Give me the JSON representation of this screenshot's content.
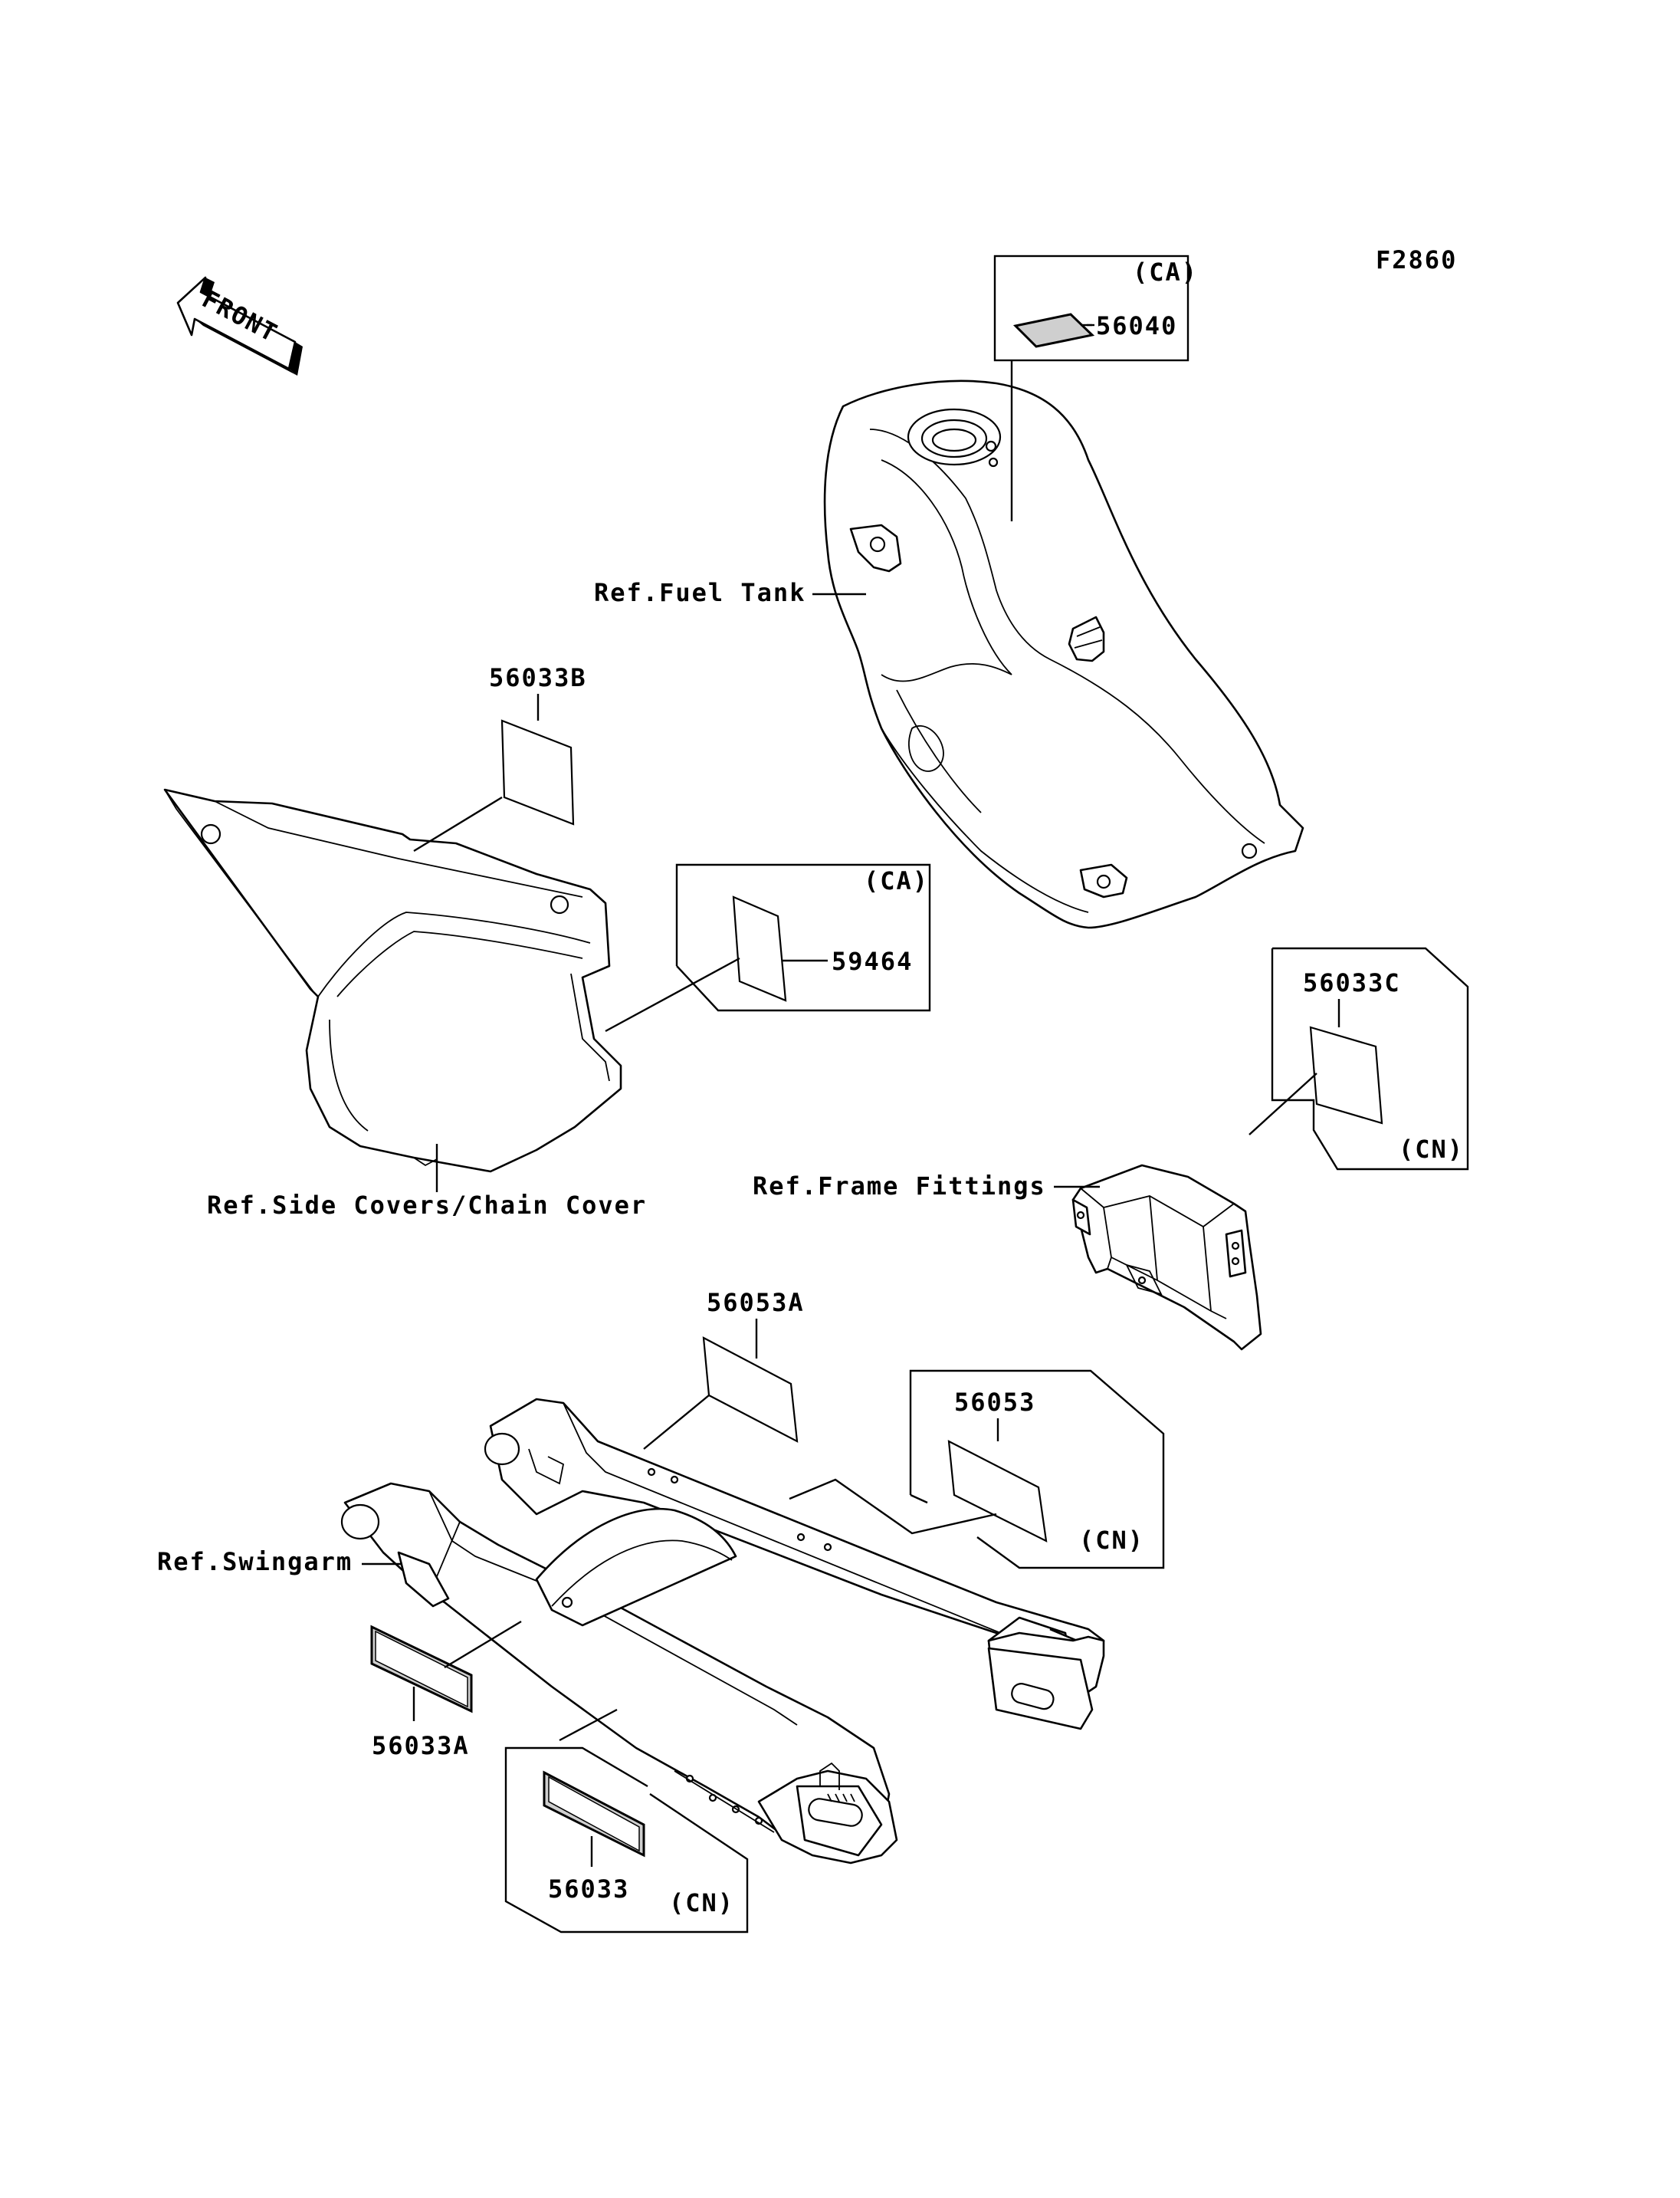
{
  "figure_code": "F2860",
  "front_arrow_label": "FRONT",
  "labels": {
    "p56040": "56040",
    "p56033b": "56033B",
    "p59464": "59464",
    "p56033c": "56033C",
    "p56053a": "56053A",
    "p56053": "56053",
    "p56033a": "56033A",
    "p56033": "56033"
  },
  "region_tags": {
    "ca_tank": "(CA)",
    "ca_cover": "(CA)",
    "cn_frame": "(CN)",
    "cn_56053": "(CN)",
    "cn_56033": "(CN)"
  },
  "references": {
    "fuel_tank": "Ref.Fuel Tank",
    "side_covers": "Ref.Side Covers/Chain Cover",
    "frame_fittings": "Ref.Frame Fittings",
    "swingarm": "Ref.Swingarm"
  }
}
